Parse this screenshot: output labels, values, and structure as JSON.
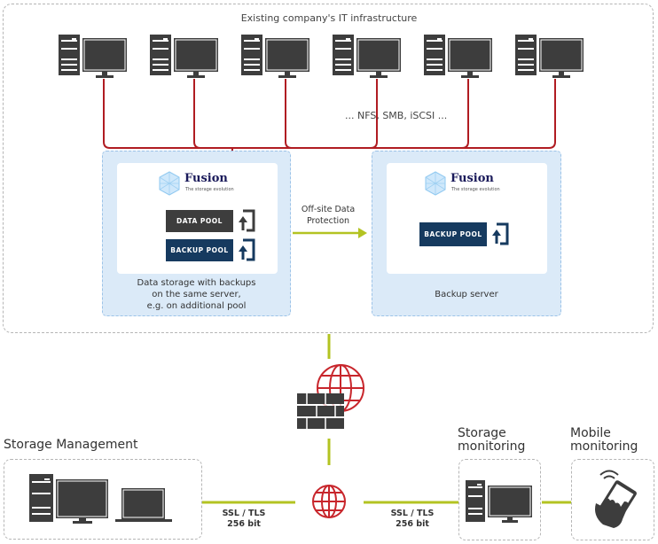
{
  "infrastructure": {
    "title": "Existing company's IT infrastructure",
    "protocols": "... NFS, SMB, iSCSI ...",
    "workstation_count": 6,
    "workstation_icon": "desktop-computer-icon"
  },
  "primary_server": {
    "brand": "Fusion",
    "tagline": "The storage evolution",
    "pools": [
      {
        "label": "DATA POOL",
        "color": "#3d3d3d"
      },
      {
        "label": "BACKUP POOL",
        "color": "#163a5f"
      }
    ],
    "caption_lines": [
      "Data storage with backups",
      "on the same server,",
      "e.g. on additional pool"
    ]
  },
  "offsite": {
    "lines": [
      "Off-site Data",
      "Protection"
    ]
  },
  "backup_server": {
    "brand": "Fusion",
    "tagline": "The storage evolution",
    "pool": {
      "label": "BACKUP POOL",
      "color": "#163a5f"
    },
    "caption": "Backup server"
  },
  "storage_management": {
    "title": "Storage Management"
  },
  "links": {
    "ssl_left": [
      "SSL / TLS",
      "256 bit"
    ],
    "ssl_right": [
      "SSL / TLS",
      "256 bit"
    ]
  },
  "storage_monitoring": {
    "title_lines": [
      "Storage",
      "monitoring"
    ]
  },
  "mobile_monitoring": {
    "title_lines": [
      "Mobile",
      "monitoring"
    ]
  },
  "colors": {
    "lan_line": "#b01c22",
    "wan_line": "#b3c322",
    "globe": "#c8262c",
    "icon_dark": "#3d3d3d",
    "box_fill": "#dbeaf8",
    "box_border": "#9cc3e8"
  }
}
